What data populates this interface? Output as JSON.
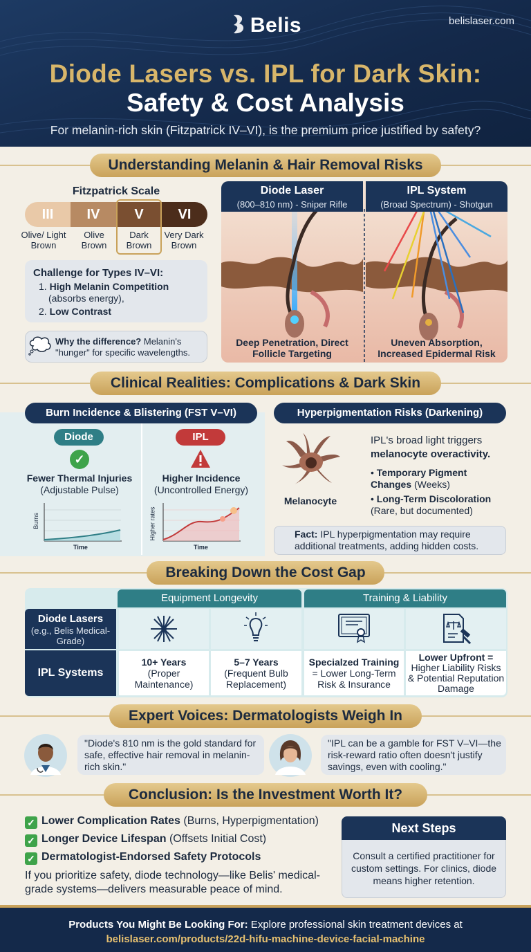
{
  "header": {
    "brand": "Belis",
    "site": "belislaser.com",
    "title_line1": "Diode Lasers vs. IPL for Dark Skin:",
    "title_line2": "Safety & Cost Analysis",
    "subtitle": "For melanin-rich skin (Fitzpatrick IV–VI), is the premium price justified by safety?"
  },
  "s1": {
    "heading": "Understanding Melanin & Hair Removal Risks",
    "scale_title": "Fitzpatrick Scale",
    "scale": [
      {
        "numeral": "III",
        "label": "Olive/ Light Brown",
        "color": "#e9c9a8"
      },
      {
        "numeral": "IV",
        "label": "Olive Brown",
        "color": "#b78a63"
      },
      {
        "numeral": "V",
        "label": "Dark Brown",
        "color": "#7a4f31"
      },
      {
        "numeral": "VI",
        "label": "Very Dark Brown",
        "color": "#4c2d1b"
      }
    ],
    "challenge_title": "Challenge for Types IV–VI:",
    "challenge_1_bold": "High Melanin Competition",
    "challenge_1_rest": "(absorbs energy),",
    "challenge_2_bold": "Low Contrast",
    "n1": "1.",
    "n2": "2.",
    "why_bold": "Why the difference?",
    "why_rest": " Melanin's \"hunger\" for specific wavelengths.",
    "diode_title": "Diode Laser",
    "diode_sub": "(800–810 nm) - Sniper Rifle",
    "diode_caption": "Deep Penetration, Direct Follicle Targeting",
    "ipl_title": "IPL System",
    "ipl_sub": "(Broad Spectrum) - Shotgun",
    "ipl_caption": "Uneven Absorption, Increased Epidermal Risk"
  },
  "s2": {
    "heading": "Clinical Realities: Complications & Dark Skin",
    "burn_title": "Burn Incidence & Blistering (FST V–VI)",
    "diode_tag": "Diode",
    "diode_l1": "Fewer Thermal Injuries",
    "diode_l2": "(Adjustable Pulse)",
    "diode_ylabel": "Burns",
    "diode_xlabel": "Time",
    "ipl_tag": "IPL",
    "ipl_l1": "Higher Incidence",
    "ipl_l2": "(Uncontrolled Energy)",
    "ipl_ylabel": "Higher rates",
    "ipl_xlabel": "Time",
    "hyper_title": "Hyperpigmentation Risks (Darkening)",
    "melanocyte": "Melanocyte",
    "hyper_intro_1": "IPL's broad light triggers",
    "hyper_intro_2": "melanocyte overactivity.",
    "b1_bold": "Temporary Pigment Changes",
    "b1_rest": "(Weeks)",
    "b2_bold": "Long-Term Discoloration",
    "b2_rest": "(Rare, but documented)",
    "fact_bold": "Fact:",
    "fact_rest": " IPL hyperpigmentation may require additional treatments, adding hidden costs."
  },
  "s3": {
    "heading": "Breaking Down the Cost Gap",
    "col1": "Equipment Longevity",
    "col2": "Training & Liability",
    "row1_title": "Diode Lasers",
    "row1_sub": "(e.g., Belis Medical-Grade)",
    "row2_title": "IPL Systems",
    "cells": [
      {
        "bold": "10+ Years",
        "rest": "(Proper Maintenance)"
      },
      {
        "bold": "5–7 Years",
        "rest": "(Frequent Bulb Replacement)"
      },
      {
        "bold": "Specialzed Training",
        "rest": "= Lower Long-Term Risk & Insurance"
      },
      {
        "bold": "Lower Upfront =",
        "rest": "Higher Liability Risks & Potential Reputation Damage"
      }
    ]
  },
  "s4": {
    "heading": "Expert Voices: Dermatologists Weigh In",
    "quote1": "\"Diode's 810 nm is the gold standard for safe, effective hair removal in melanin-rich skin.\"",
    "quote2": "\"IPL can be a gamble for FST V–VI—the risk-reward ratio often doesn't justify savings, even with cooling.\""
  },
  "s5": {
    "heading": "Conclusion: Is the Investment Worth It?",
    "items": [
      {
        "bold": "Lower Complication Rates",
        "rest": " (Burns, Hyperpigmentation)"
      },
      {
        "bold": "Longer Device Lifespan",
        "rest": " (Offsets Initial Cost)"
      },
      {
        "bold": "Dermatologist-Endorsed Safety Protocols",
        "rest": ""
      }
    ],
    "closing": "If you prioritize safety, diode technology—like Belis' medical-grade systems—delivers measurable peace of mind.",
    "next_title": "Next Steps",
    "next_body": "Consult a certified practitioner for custom settings. For clinics, diode means higher retention."
  },
  "footer": {
    "lead_bold": "Products You Might Be Looking For:",
    "lead_rest": " Explore professional skin treatment devices at",
    "link": "belislaser.com/products/22d-hifu-machine-device-facial-machine"
  },
  "colors": {
    "navy": "#1b3458",
    "gold": "#d8b66a",
    "teal": "#2f7e86",
    "check": "#3ea34a",
    "warn": "#c23a3a"
  }
}
